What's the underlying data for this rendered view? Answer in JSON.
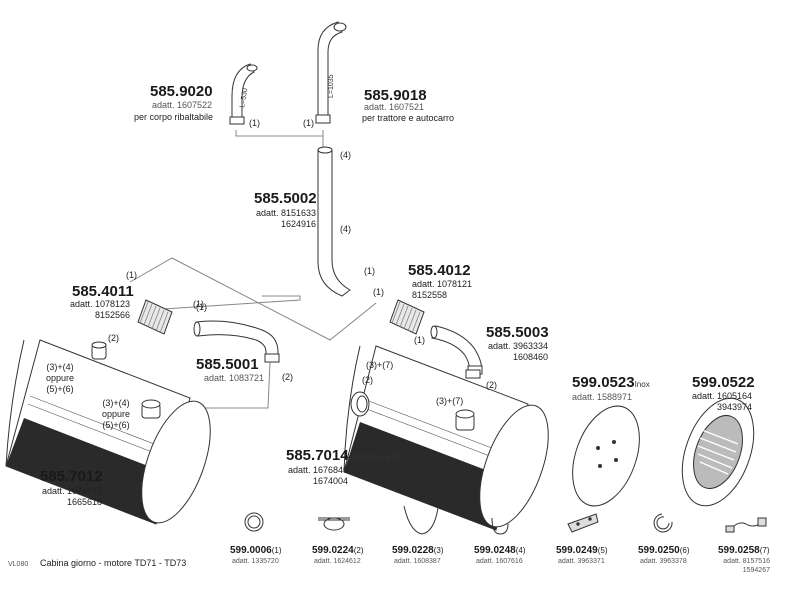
{
  "parts": {
    "p9020": {
      "number": "585.9020",
      "adatt": "adatt. 1607522",
      "note": "per corpo ribaltabile",
      "ref": "(1)",
      "dim": "L=530"
    },
    "p9018": {
      "number": "585.9018",
      "adatt": "adatt. 1607521",
      "note": "per trattore e autocarro",
      "ref": "(1)",
      "dim": "L=1035"
    },
    "p5002": {
      "number": "585.5002",
      "adatt": [
        "adatt. 8151633",
        "1624916"
      ],
      "ref_a": "(4)",
      "ref_b": "(4)",
      "ref_c": "(1)"
    },
    "p4011": {
      "number": "585.4011",
      "adatt": [
        "adatt. 1078123",
        "8152566"
      ],
      "ref_a": "(1)",
      "ref_b": "(1)"
    },
    "p4012": {
      "number": "585.4012",
      "adatt": [
        "adatt. 1078121",
        "8152558"
      ],
      "ref_a": "(1)"
    },
    "p5001": {
      "number": "585.5001",
      "adatt": "adatt. 1083721",
      "ref_a": "(1)",
      "ref_b": "(2)"
    },
    "p5003": {
      "number": "585.5003",
      "adatt": [
        "adatt. 3963334",
        "1608460"
      ],
      "ref_a": "(1)",
      "ref_b": "(2)"
    },
    "p7012": {
      "number": "585.7012",
      "adatt": [
        "adatt. 1674673",
        "1665618"
      ],
      "ref_top": "(2)",
      "opt1": [
        "(3)+(4)",
        "oppure",
        "(5)+(6)"
      ],
      "opt2": [
        "(3)+(4)",
        "oppure",
        "(5)+(6)"
      ]
    },
    "p7014": {
      "number": "585.7014",
      "suffix": "Anche  FL10",
      "adatt": [
        "adatt. 1676840",
        "1674004"
      ],
      "ref_a": "(2)",
      "ref_b": "(3)+(7)",
      "ref_c": "(3)+(7)"
    },
    "p0523": {
      "number": "599.0523",
      "suffix": "Inox",
      "adatt": "adatt. 1588971"
    },
    "p0522": {
      "number": "599.0522",
      "adatt": [
        "adatt. 1605164",
        "3943974"
      ]
    }
  },
  "clamps": [
    {
      "number": "599.0006",
      "qty": "(1)",
      "adatt": [
        "adatt. 1335720"
      ],
      "icon": "band-clamp-icon"
    },
    {
      "number": "599.0224",
      "qty": "(2)",
      "adatt": [
        "adatt. 1624612"
      ],
      "icon": "flanged-clamp-icon"
    },
    {
      "number": "599.0228",
      "qty": "(3)",
      "adatt": [
        "adatt. 1608387"
      ],
      "icon": "strap-icon"
    },
    {
      "number": "599.0248",
      "qty": "(4)",
      "adatt": [
        "adatt. 1607616"
      ],
      "icon": "hook-icon"
    },
    {
      "number": "599.0249",
      "qty": "(5)",
      "adatt": [
        "adatt. 3963371"
      ],
      "icon": "bracket-icon"
    },
    {
      "number": "599.0250",
      "qty": "(6)",
      "adatt": [
        "adatt. 3963378"
      ],
      "icon": "ring-icon"
    },
    {
      "number": "599.0258",
      "qty": "(7)",
      "adatt": [
        "adatt. 8157516",
        "1594267"
      ],
      "icon": "sensor-cable-icon"
    }
  ],
  "footer": {
    "code": "VL080",
    "caption": "Cabina giorno  -  motore TD71 - TD73"
  },
  "colors": {
    "line": "#333333",
    "shade": "#2a2a2a",
    "thin": "#888888"
  }
}
